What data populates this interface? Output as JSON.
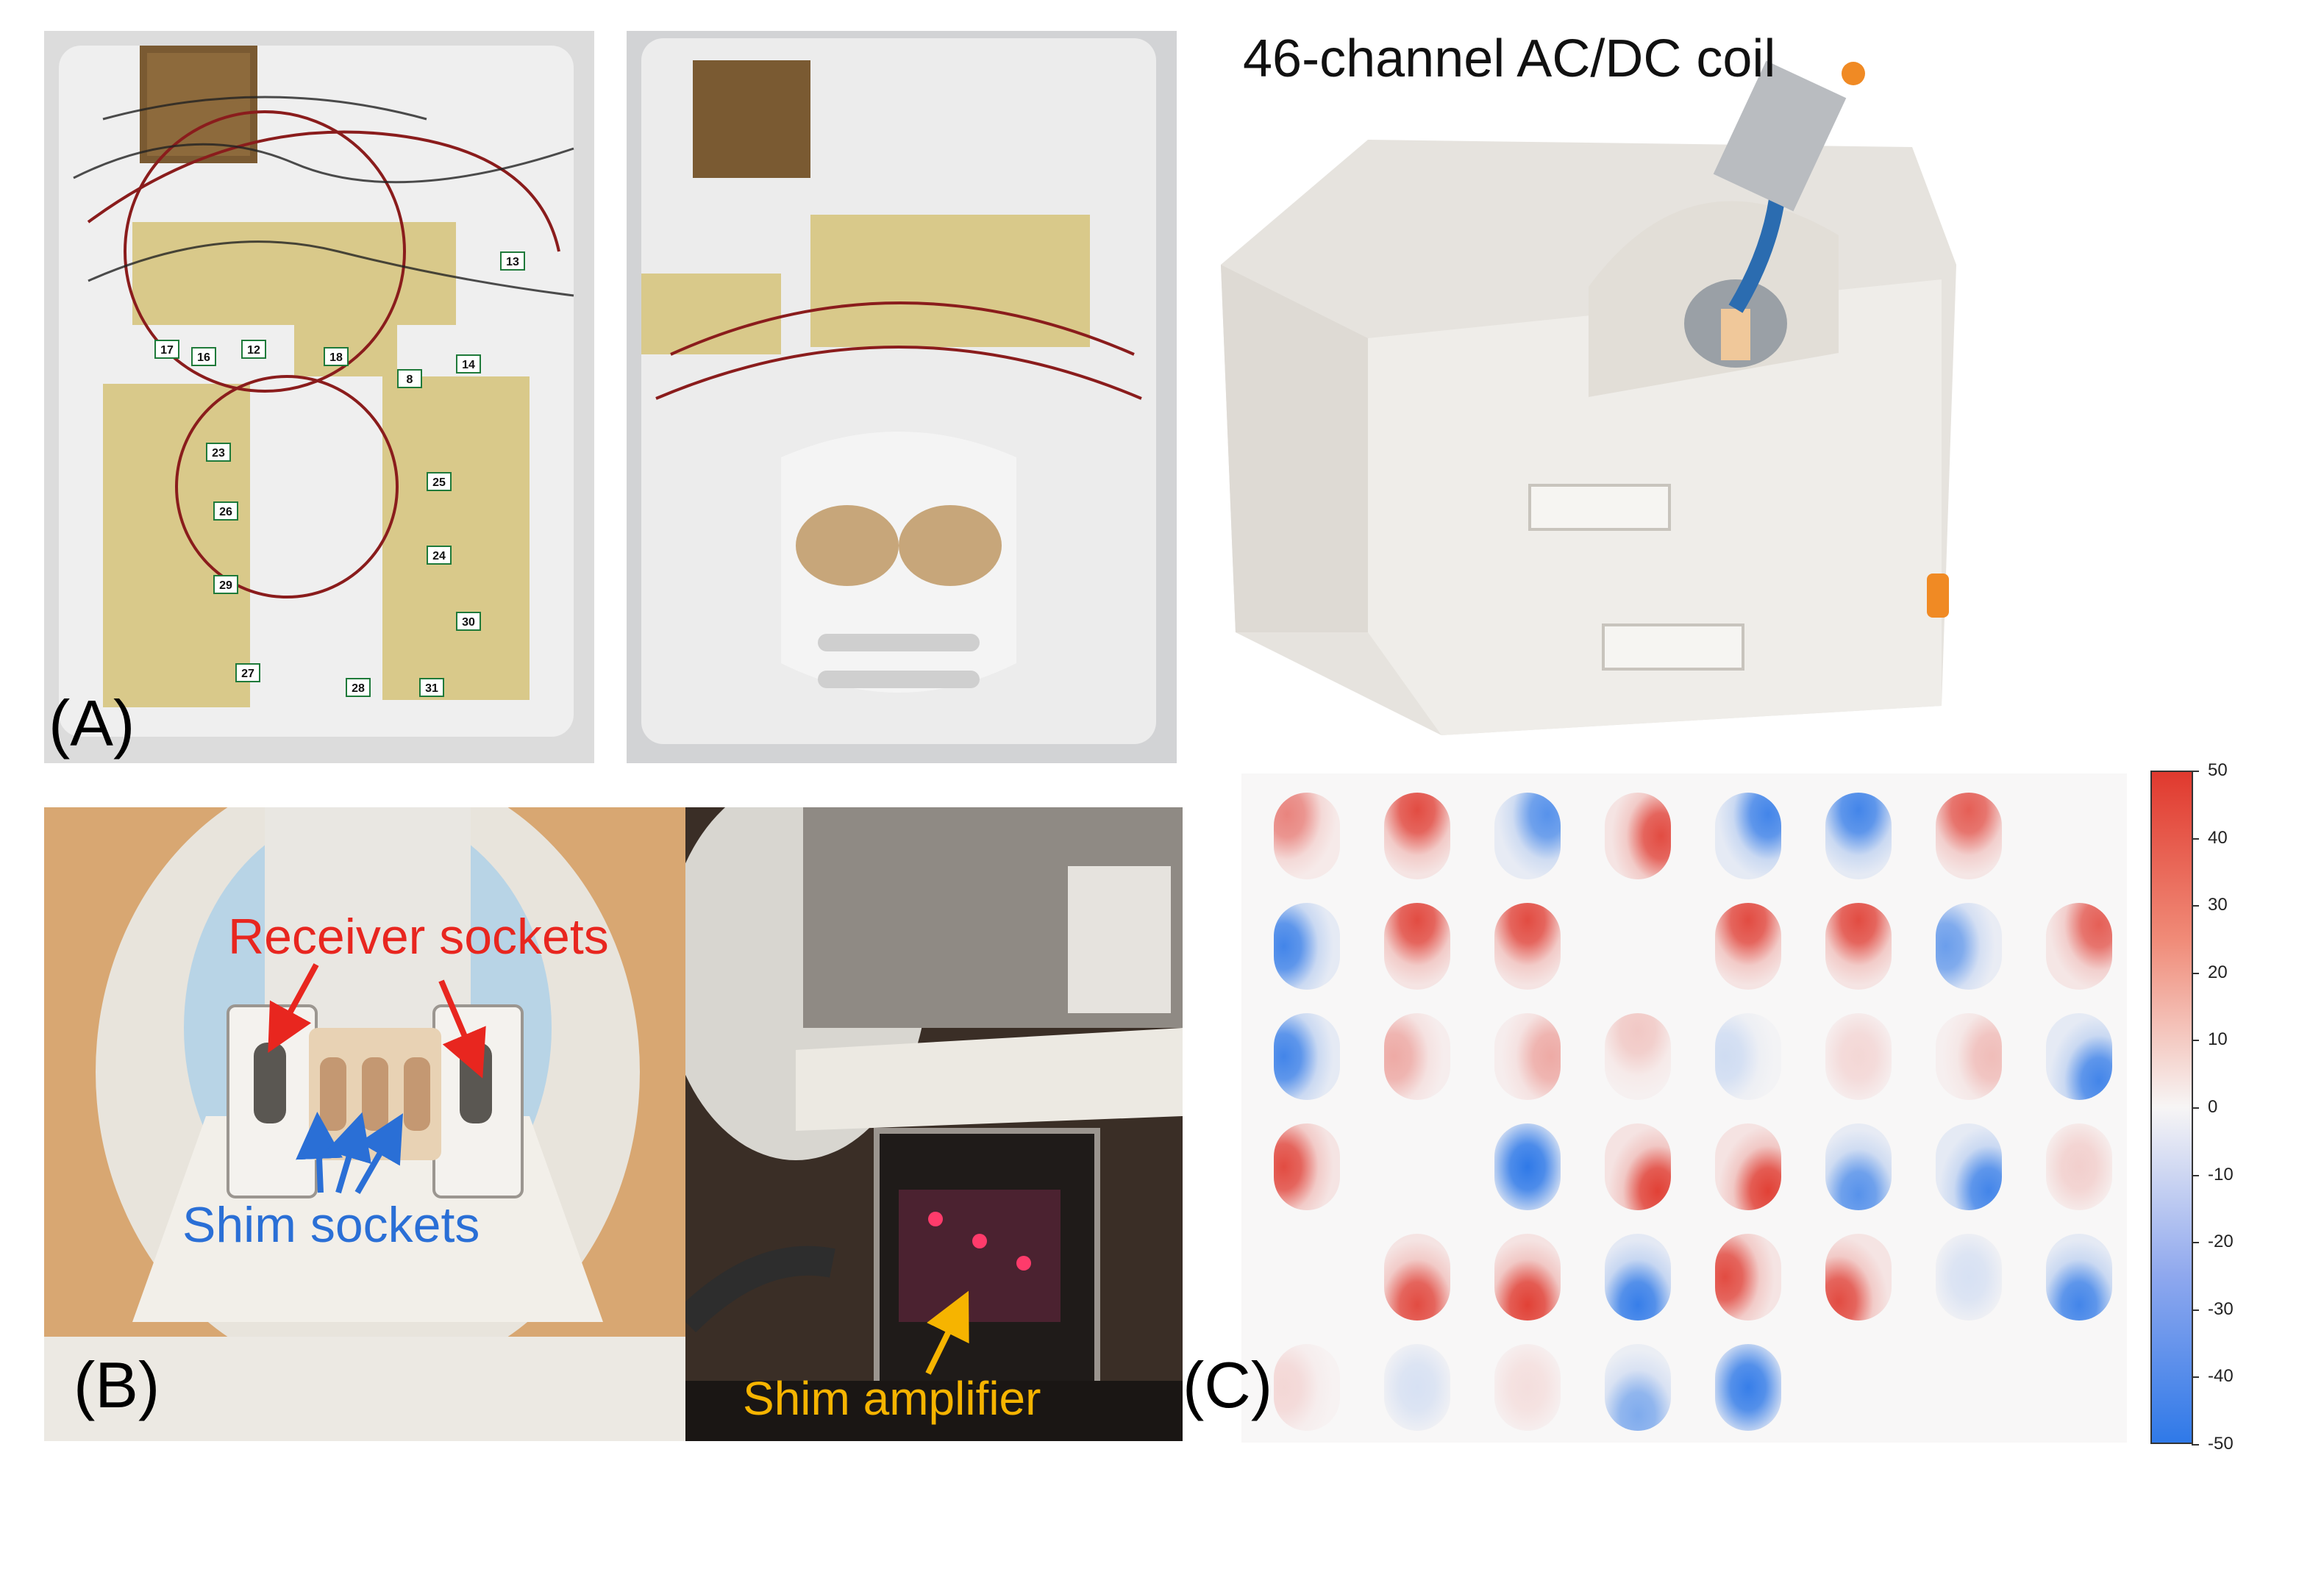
{
  "title": "46-channel AC/DC coil",
  "panels": {
    "a": "(A)",
    "b": "(B)",
    "c": "(C)"
  },
  "annotations": {
    "receiver_sockets": "Receiver sockets",
    "shim_sockets": "Shim sockets",
    "shim_amplifier": "Shim amplifier"
  },
  "board_numbers": [
    "17",
    "16",
    "12",
    "18",
    "8",
    "14",
    "13",
    "23",
    "26",
    "29",
    "27",
    "25",
    "24",
    "30",
    "31",
    "28"
  ],
  "colorbar": {
    "ticks": [
      "50",
      "40",
      "30",
      "20",
      "10",
      "0",
      "-10",
      "-20",
      "-30",
      "-40",
      "-50"
    ],
    "range": [
      -50,
      50
    ],
    "colors": {
      "high": "#e0392e",
      "mid": "#f7f5f5",
      "low": "#2f79e8"
    }
  },
  "field_maps": {
    "rows": 6,
    "cols": 8,
    "cells": [
      [
        {
          "v": 30,
          "p": "tl"
        },
        {
          "v": 45,
          "p": "t"
        },
        {
          "v": -40,
          "p": "tr"
        },
        {
          "v": 45,
          "p": "r"
        },
        {
          "v": -45,
          "p": "tr"
        },
        {
          "v": -45,
          "p": "t"
        },
        {
          "v": 40,
          "p": "t"
        },
        null
      ],
      [
        {
          "v": -45,
          "p": "l"
        },
        {
          "v": 45,
          "p": "t"
        },
        {
          "v": 45,
          "p": "t"
        },
        null,
        {
          "v": 45,
          "p": "t"
        },
        {
          "v": 45,
          "p": "t"
        },
        {
          "v": -35,
          "p": "l"
        },
        {
          "v": 40,
          "p": "tr"
        }
      ],
      [
        {
          "v": -45,
          "p": "l"
        },
        {
          "v": 20,
          "p": "l"
        },
        {
          "v": 20,
          "p": "r"
        },
        {
          "v": 12,
          "p": "t"
        },
        {
          "v": -10,
          "p": "l"
        },
        {
          "v": 8,
          "p": "c"
        },
        {
          "v": 15,
          "p": "r"
        },
        {
          "v": -45,
          "p": "br"
        }
      ],
      [
        {
          "v": 45,
          "p": "l"
        },
        null,
        {
          "v": -50,
          "p": "c"
        },
        {
          "v": 48,
          "p": "br"
        },
        {
          "v": 48,
          "p": "br"
        },
        {
          "v": -40,
          "p": "b"
        },
        {
          "v": -45,
          "p": "br"
        },
        {
          "v": 10,
          "p": "c"
        }
      ],
      [
        null,
        {
          "v": 45,
          "p": "b"
        },
        {
          "v": 48,
          "p": "b"
        },
        {
          "v": -48,
          "p": "b"
        },
        {
          "v": 45,
          "p": "l"
        },
        {
          "v": 45,
          "p": "bl"
        },
        {
          "v": -8,
          "p": "c"
        },
        {
          "v": -45,
          "p": "b"
        }
      ],
      [
        {
          "v": 8,
          "p": "l"
        },
        {
          "v": -8,
          "p": "c"
        },
        {
          "v": 6,
          "p": "c"
        },
        {
          "v": -30,
          "p": "b"
        },
        {
          "v": -48,
          "p": "c"
        },
        null,
        null,
        null
      ]
    ]
  }
}
